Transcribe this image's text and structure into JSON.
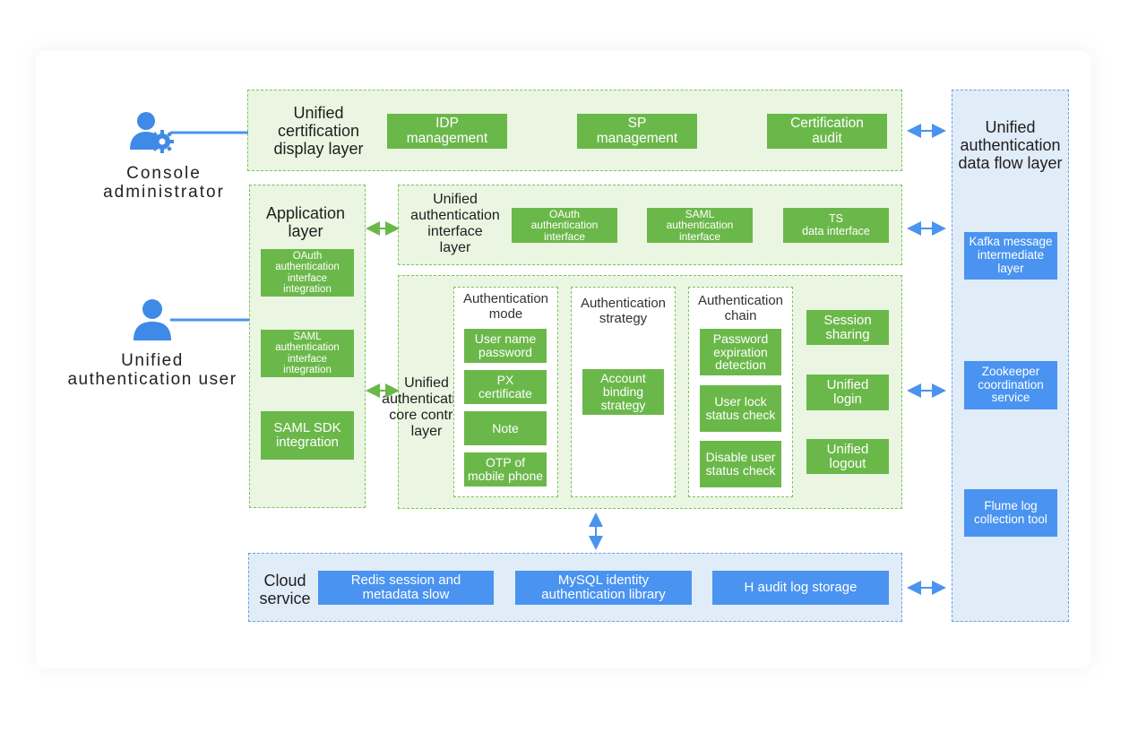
{
  "actors": {
    "console_admin": "Console\nadministrator",
    "unified_user": "Unified\nauthentication user"
  },
  "display_layer": {
    "title": "Unified\ncertification\ndisplay layer",
    "items": [
      "IDP\nmanagement",
      "SP\nmanagement",
      "Certification\naudit"
    ]
  },
  "application_layer": {
    "title": "Application\nlayer",
    "items": [
      "OAuth\nauthentication\ninterface\nintegration",
      "SAML\nauthentication\ninterface\nintegration",
      "SAML SDK\nintegration"
    ]
  },
  "interface_layer": {
    "title": "Unified\nauthentication\ninterface\nlayer",
    "items": [
      "OAuth\nauthentication\ninterface",
      "SAML\nauthentication\ninterface",
      "TS\ndata interface"
    ]
  },
  "core_layer": {
    "title": "Unified\nauthentication\ncore control\nlayer",
    "auth_mode": {
      "title": "Authentication\nmode",
      "items": [
        "User name\npassword",
        "PX\ncertificate",
        "Note",
        "OTP of\nmobile phone"
      ]
    },
    "auth_strategy": {
      "title": "Authentication\nstrategy",
      "items": [
        "Account\nbinding\nstrategy"
      ]
    },
    "auth_chain": {
      "title": "Authentication\nchain",
      "items": [
        "Password\nexpiration\ndetection",
        "User lock\nstatus check",
        "Disable user\nstatus check"
      ]
    },
    "session_items": [
      "Session\nsharing",
      "Unified\nlogin",
      "Unified\nlogout"
    ]
  },
  "cloud_service": {
    "title": "Cloud\nservice",
    "items": [
      "Redis session and\nmetadata slow",
      "MySQL identity\nauthentication library",
      "H audit log storage"
    ]
  },
  "data_flow_layer": {
    "title": "Unified\nauthentication\ndata flow layer",
    "items": [
      "Kafka message\nintermediate\nlayer",
      "Zookeeper\ncoordination\nservice",
      "Flume log\ncollection tool"
    ]
  },
  "colors": {
    "green_box": "#6bb84a",
    "green_panel": "#eaf6e1",
    "blue_box": "#4a93f0",
    "blue_panel": "#e1ecf9",
    "connector": "#4a93f0"
  }
}
